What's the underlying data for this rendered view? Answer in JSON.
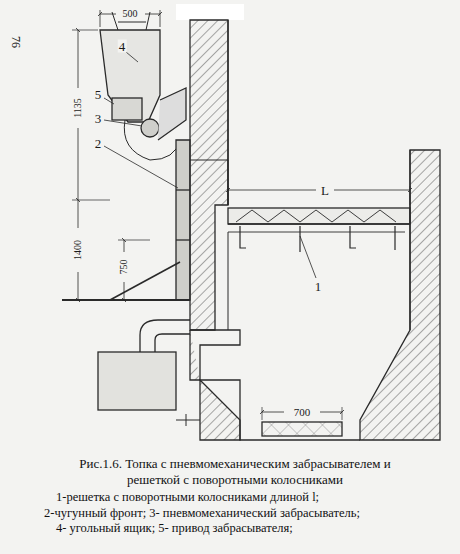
{
  "diagram": {
    "caption": "Рис.1.6. Топка с пневмомеханическим забрасывателем и решеткой с поворотными колосниками",
    "labels": [
      "76",
      "500",
      "1135",
      "1400",
      "750",
      "4",
      "5",
      "3",
      "2",
      "L",
      "1",
      "700",
      "1-решетка с поворотными колосниками длиной l;",
      "2-чугунный фронт; 3- пневмомеханический забрасыватель;",
      "4- угольный ящик; 5- привод забрасывателя;"
    ]
  }
}
